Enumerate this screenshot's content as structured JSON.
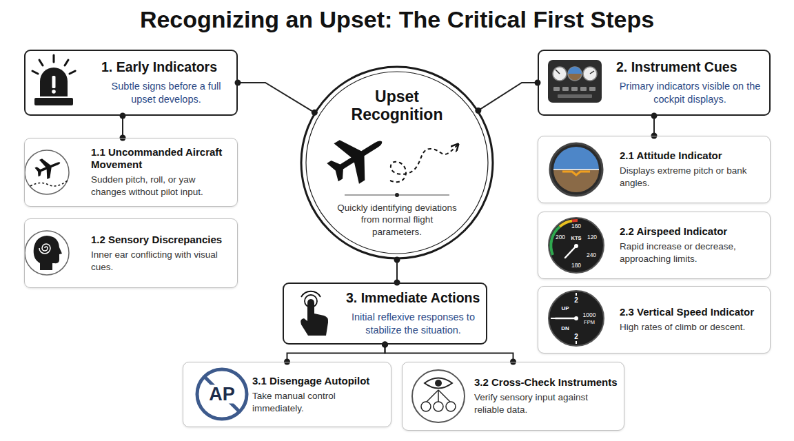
{
  "diagram": {
    "title": "Recognizing an Upset: The Critical First Steps",
    "nodes": [
      {
        "text": [
          "1. Early Indicators",
          "Subtle signs before a full upset develops."
        ]
      },
      {
        "text": [
          "1.1 Uncommanded Aircraft Movement",
          "Sudden pitch, roll, or yaw changes without pilot input."
        ]
      },
      {
        "text": [
          "1.2 Sensory Discrepancies",
          "Inner ear conflicting with visual cues."
        ]
      },
      {
        "text": [
          "Upset Recognition",
          "Quickly identifying deviations from normal flight parameters."
        ]
      },
      {
        "text": [
          "2. Instrument Cues",
          "Primary indicators visible on the cockpit displays."
        ]
      },
      {
        "text": [
          "2.1 Attitude Indicator",
          "Displays extreme pitch or bank angles."
        ]
      },
      {
        "text": [
          "2.2 Airspeed Indicator",
          "Rapid increase or decrease, approaching limits."
        ]
      },
      {
        "text": [
          "2.3 Vertical Speed Indicator",
          "High rates of climb or descent."
        ]
      },
      {
        "text": [
          "3. Immediate Actions",
          "Initial reflexive responses to stabilize the situation."
        ]
      },
      {
        "text": [
          "3.1 Disengage Autopilot",
          "Take manual control immediately."
        ]
      },
      {
        "text": [
          "3.2 Cross-Check Instruments",
          "Verify sensory input against reliable data."
        ]
      }
    ],
    "edges": [
      {
        "from": 3,
        "to": 0,
        "arrow": "none"
      },
      {
        "from": 3,
        "to": 4,
        "arrow": "none"
      },
      {
        "from": 3,
        "to": 8,
        "arrow": "none"
      },
      {
        "from": 0,
        "to": 1,
        "arrow": "none"
      },
      {
        "from": 4,
        "to": 5,
        "arrow": "none"
      },
      {
        "from": 8,
        "to": 9,
        "arrow": "none"
      },
      {
        "from": 8,
        "to": 10,
        "arrow": "none"
      }
    ],
    "labels": [
      "160",
      "200",
      "KTS",
      "120",
      "240",
      "180",
      "2",
      "UP",
      "1000",
      "FPM",
      "DN",
      "2",
      "AP"
    ]
  }
}
